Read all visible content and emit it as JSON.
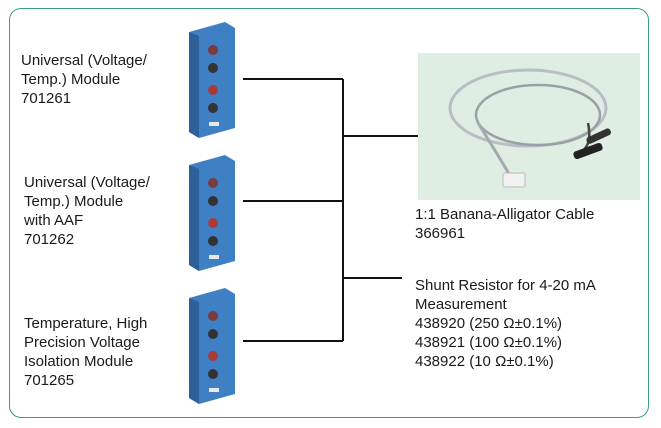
{
  "modules": [
    {
      "lines": [
        "Universal (Voltage/",
        "Temp.) Module",
        "701261"
      ]
    },
    {
      "lines": [
        "Universal (Voltage/",
        "Temp.) Module",
        "with AAF",
        "701262"
      ]
    },
    {
      "lines": [
        "Temperature, High",
        "Precision Voltage",
        "Isolation Module",
        "701265"
      ]
    }
  ],
  "cable": {
    "lines": [
      "1:1 Banana-Alligator Cable",
      "366961"
    ]
  },
  "shunt": {
    "lines": [
      "Shunt Resistor for 4-20 mA",
      "Measurement",
      "438920 (250 Ω±0.1%)",
      "438921 (100 Ω±0.1%)",
      "438922 (10 Ω±0.1%)"
    ]
  },
  "colors": {
    "frame": "#3aa07e",
    "module_body": "#3f7fc4",
    "module_face": "#5c9ad6",
    "photo_bg": "#dfeee2"
  }
}
